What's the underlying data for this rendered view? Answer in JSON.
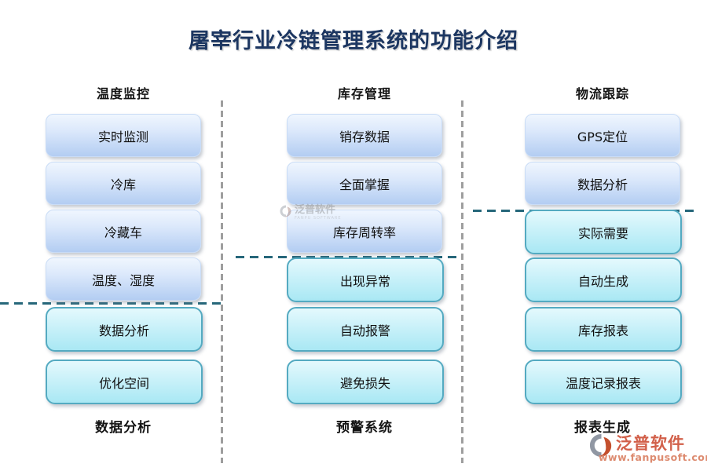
{
  "title": "屠宰行业冷链管理系统的功能介绍",
  "columns": [
    {
      "header": "温度监控",
      "boxes": [
        "实时监测",
        "冷库",
        "冷藏车",
        "温度、湿度",
        "数据分析",
        "优化空间"
      ],
      "footer": "数据分析"
    },
    {
      "header": "库存管理",
      "boxes": [
        "销存数据",
        "全面掌握",
        "库存周转率",
        "出现异常",
        "自动报警",
        "避免损失"
      ],
      "footer": "预警系统"
    },
    {
      "header": "物流跟踪",
      "boxes": [
        "GPS定位",
        "数据分析",
        "实际需要",
        "自动生成",
        "库存报表",
        "温度记录报表"
      ],
      "footer": "报表生成"
    }
  ],
  "watermark": {
    "name": "泛普软件",
    "subtext": "FANPU SOFTWARE"
  },
  "brand": {
    "name": "泛普软件",
    "website": "www.fanpusoft.com"
  },
  "colors": {
    "title_navy": "#1c3661",
    "teal_dash": "#26677a",
    "gray_dash": "#9e9e9e",
    "blue_box_top": "#f0f6fe",
    "blue_box_bottom": "#b3cdf2",
    "cyan_box_top": "#e4f9fd",
    "cyan_box_bottom": "#a9e8f4",
    "cyan_border": "#54aac1",
    "brand_orange": "#d2604a"
  }
}
